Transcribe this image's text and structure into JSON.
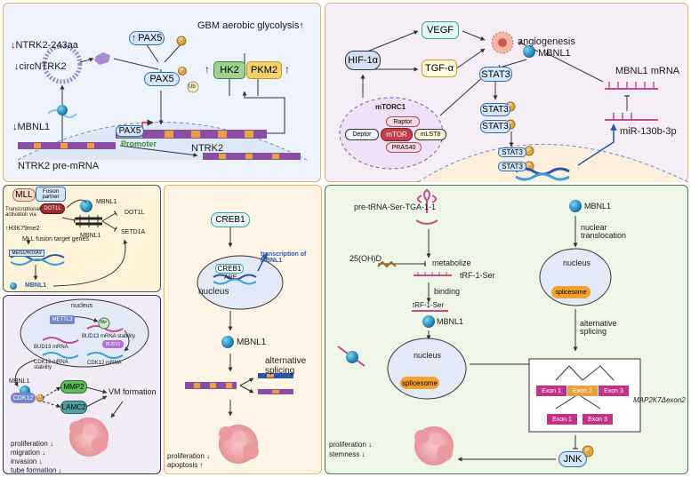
{
  "panel_a": {
    "circ": "↓circNTRK2",
    "ntrk2_243aa": "↓NTRK2-243aa",
    "pax5_up": "PAX5",
    "pax5_mid": "PAX5",
    "pax5_promoter": "PAX5",
    "glycolysis": "GBM aerobic glycolysis↑",
    "hk2": "HK2",
    "pkm2": "PKM2",
    "mbnl1": "↓MBNL1",
    "promoter": "Promoter",
    "ntrk2": "NTRK2",
    "pre_mrna": "NTRK2 pre-mRNA",
    "p": "P",
    "ub": "Ub"
  },
  "panel_b": {
    "hif": "HIF-1α",
    "vegf": "VEGF",
    "tgf": "TGF-α",
    "angio": "angiogenesis",
    "mbnl1": "MBNL1",
    "stat3": "STAT3",
    "mtorc1": "mTORC1",
    "raptor": "Raptor",
    "deptor": "Deptor",
    "mtor": "mTOR",
    "mlst8": "mLST8",
    "pras40": "PRAS40",
    "mrna": "MBNL1 mRNA",
    "mir": "miR-130b-3p",
    "p": "P"
  },
  "panel_c": {
    "mll": "MLL",
    "fusion": "Fusion partner",
    "dot1l_box": "DOT1L",
    "trans": "Transcriptional activation via",
    "h3k": "↑H3K79me2",
    "mll_genes": "MLL fusion target genes",
    "meis": "MEIS1/HOXA9",
    "mbnl1_bottom": "MBNL1",
    "mbnl1_top": "MBNL1",
    "mbnl1_mid": "MBNL1",
    "dot1l": "DOT1L",
    "setd1a": "SETD1A"
  },
  "panel_d": {
    "creb1": "CREB1",
    "creb1_small": "CREB1",
    "are": "ARE",
    "transcription": "transcription of MBNL1",
    "nucleus": "nucleus",
    "mbnl1": "MBNL1",
    "alt": "alternative splicing",
    "prolif": "proliferation ↓",
    "apop": "apoptosis ↑"
  },
  "panel_e": {
    "pretrna": "pre-tRNA-Ser-TGA-1-1",
    "vitd": "25(OH)D",
    "metabolize": "metabolize",
    "trf": "tRF-1-Ser",
    "binding": "binding",
    "trf2": "tRF-1-Ser",
    "mbnl1_left": "MBNL1",
    "nucleus_left": "nucleus",
    "splice_left": "splicesome",
    "mbnl1_right": "MBNL1",
    "nuc_trans": "nuclear translocation",
    "nucleus_right": "nucleus",
    "splice_right": "splicesome",
    "alt": "alternative splicing",
    "exon1": "Exon 1",
    "exon2": "Exon 2",
    "exon3": "Exon 3",
    "exon1b": "Exon 1",
    "exon3b": "Exon 3",
    "map2k7": "MAP2K7Δexon2",
    "jnk": "JNK",
    "p": "P",
    "prolif": "proliferation ↓",
    "stem": "stemness ↓"
  },
  "panel_f": {
    "nucleus": "nucleus",
    "mettl3": "METTL3",
    "me": "Me",
    "bud13_mrna": "BUD13 mRNA",
    "bud13_stab": "BUD13 mRNA stability",
    "bud13": "BUD13",
    "cdk12_stab": "CDK12 mRNA stability",
    "cdk12_mrna": "CDK12 mRNA",
    "mbnl1": "MBNL1",
    "cdk12": "CDK12",
    "mmp2": "MMP2",
    "lamc2": "LAMC2",
    "vm": "VM formation",
    "prolif": "proliferation ↓",
    "migration": "migration ↓",
    "invasion": "invasion ↓",
    "tube": "tube formation ↓",
    "p": "P"
  }
}
